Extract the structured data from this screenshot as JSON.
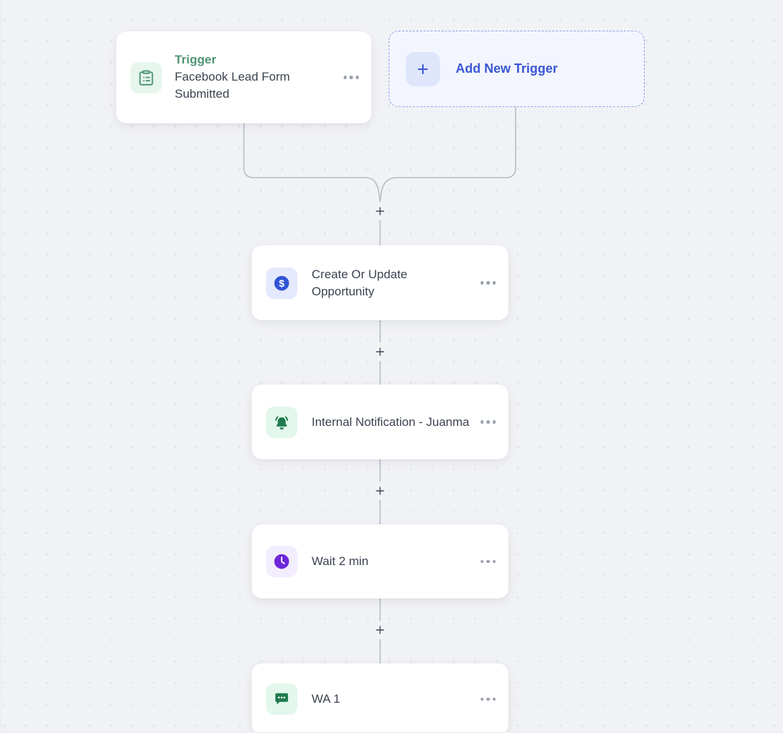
{
  "canvas": {
    "background_color": "#f1f2f5",
    "dot_color": "#e2e4e9"
  },
  "trigger_card": {
    "kicker": "Trigger",
    "title": "Facebook Lead Form Submitted",
    "icon": "clipboard-list-icon",
    "icon_color": "#4e9476",
    "menu": "..."
  },
  "add_trigger_card": {
    "label": "Add New Trigger",
    "icon": "plus-icon",
    "accent_color": "#3a56d4",
    "border_color": "#8f9fe8",
    "fill_color": "#f3f6fe"
  },
  "actions": [
    {
      "title": "Create Or Update Opportunity",
      "icon": "dollar-circle-icon",
      "icon_color": "#2f55d4",
      "tile_color": "#e4e9fd",
      "menu": "..."
    },
    {
      "title": "Internal Notification - Juanma",
      "icon": "bell-icon",
      "icon_color": "#1f7a4d",
      "tile_color": "#e3f7ec",
      "menu": "..."
    },
    {
      "title": "Wait 2 min",
      "icon": "clock-icon",
      "icon_color": "#6d28d9",
      "tile_color": "#f3eefe",
      "menu": "..."
    },
    {
      "title": "WA 1",
      "icon": "chat-bubble-icon",
      "icon_color": "#1f7a4d",
      "tile_color": "#e3f7ec",
      "menu": "..."
    }
  ],
  "connectors": {
    "add_step_label": "+",
    "line_color": "#b7bcc4"
  }
}
